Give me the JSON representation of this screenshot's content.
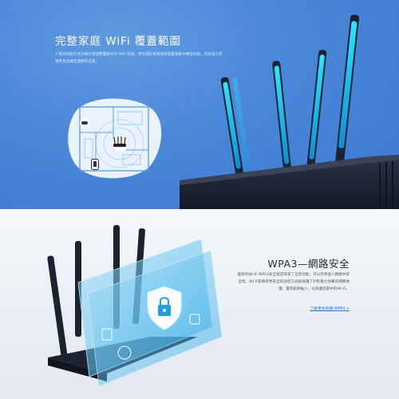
{
  "coverage": {
    "title": "完整家庭 WiFi 覆蓋範圍",
    "description": "4 根高效能外部天線可增強整體家中的 WiFi 訊號，更有成形技術偵測裝置並集中傳送訊號，有效減少訊號死角並穩定連線的品質。"
  },
  "security": {
    "title": "WPA3—網路安全",
    "description": "最新的Wi-Fi WPA3安全協定帶來了全新功能，可以改善個人網路中安全性。Wi-Fi密碼有更安全的加密方式與保護了針對暴力攻擊的網路保護，還有較易輸入、以保護您家中的Wi-Fi。",
    "learn_more": "了解更多有關 WPA3 >"
  },
  "colors": {
    "top_background": "#4a86d8",
    "bottom_background": "#eef2f6",
    "accent_link": "#1f7ad6",
    "router_body": "#1d2230"
  }
}
